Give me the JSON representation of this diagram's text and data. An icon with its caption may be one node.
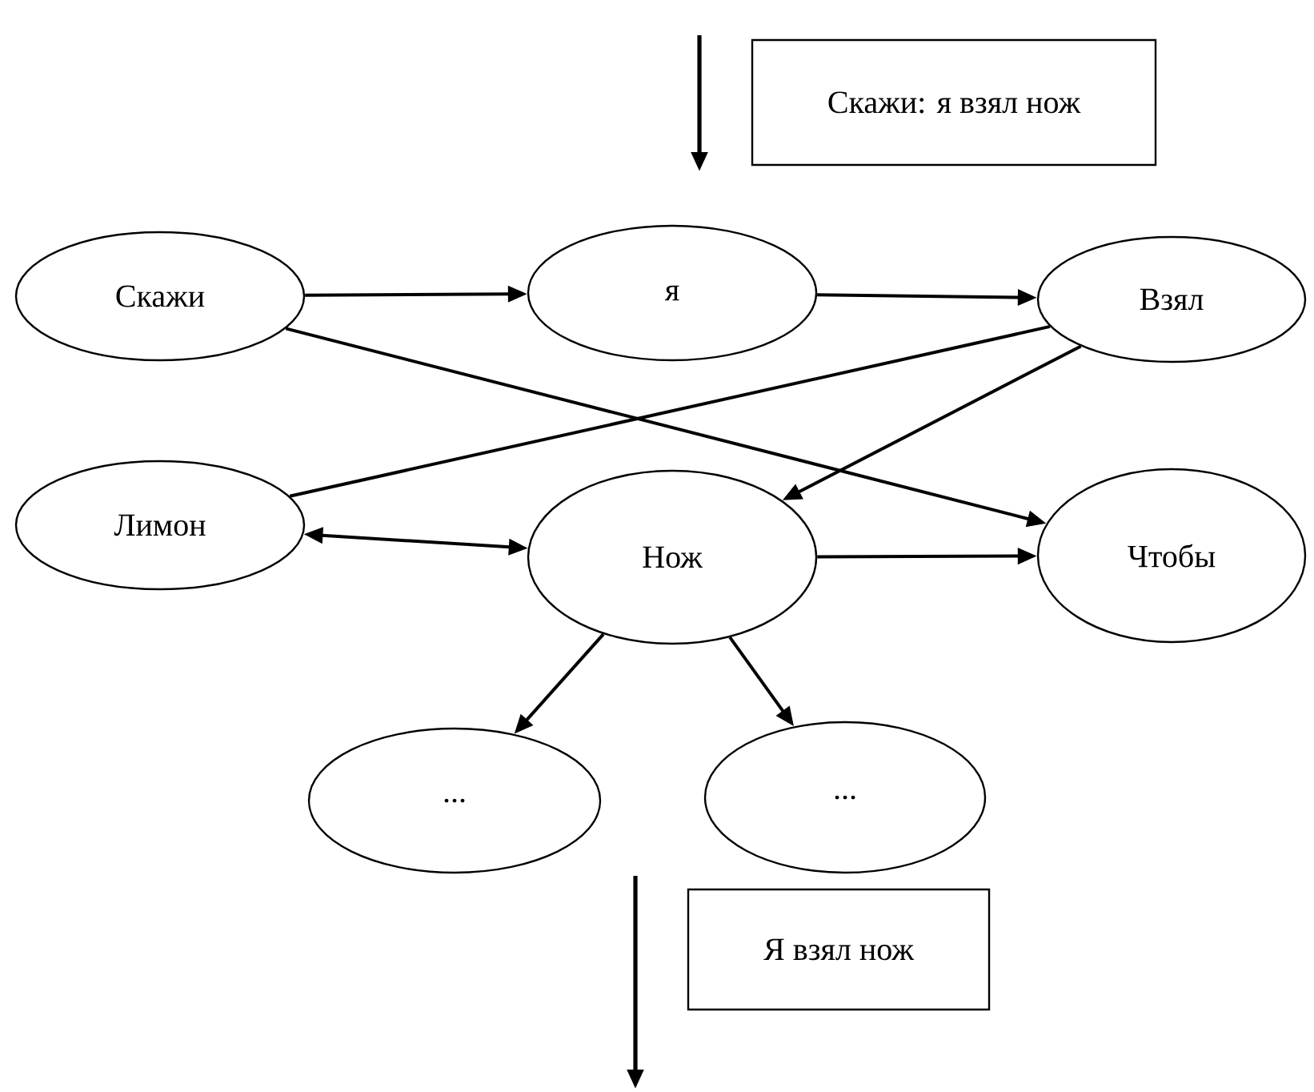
{
  "diagram": {
    "nodes": [
      {
        "text": [
          "Скажи: я взял нож"
        ]
      },
      {
        "text": [
          "Скажи"
        ]
      },
      {
        "text": [
          "я"
        ]
      },
      {
        "text": [
          "Взял"
        ]
      },
      {
        "text": [
          "Лимон"
        ]
      },
      {
        "text": [
          "Нож"
        ]
      },
      {
        "text": [
          "Чтобы"
        ]
      },
      {
        "text": [
          "..."
        ]
      },
      {
        "text": [
          "..."
        ]
      },
      {
        "text": [
          "Я взял нож"
        ]
      }
    ],
    "edges": [
      {
        "from": 1,
        "to": 2,
        "arrow": "to"
      },
      {
        "from": 2,
        "to": 3,
        "arrow": "to"
      },
      {
        "from": 1,
        "to": 6,
        "arrow": "to"
      },
      {
        "from": 4,
        "to": 3,
        "arrow": "none"
      },
      {
        "from": 3,
        "to": 5,
        "arrow": "to"
      },
      {
        "from": 4,
        "to": 5,
        "arrow": "both"
      },
      {
        "from": 5,
        "to": 6,
        "arrow": "to"
      },
      {
        "from": 5,
        "to": 7,
        "arrow": "to"
      },
      {
        "from": 5,
        "to": 8,
        "arrow": "to"
      }
    ]
  }
}
